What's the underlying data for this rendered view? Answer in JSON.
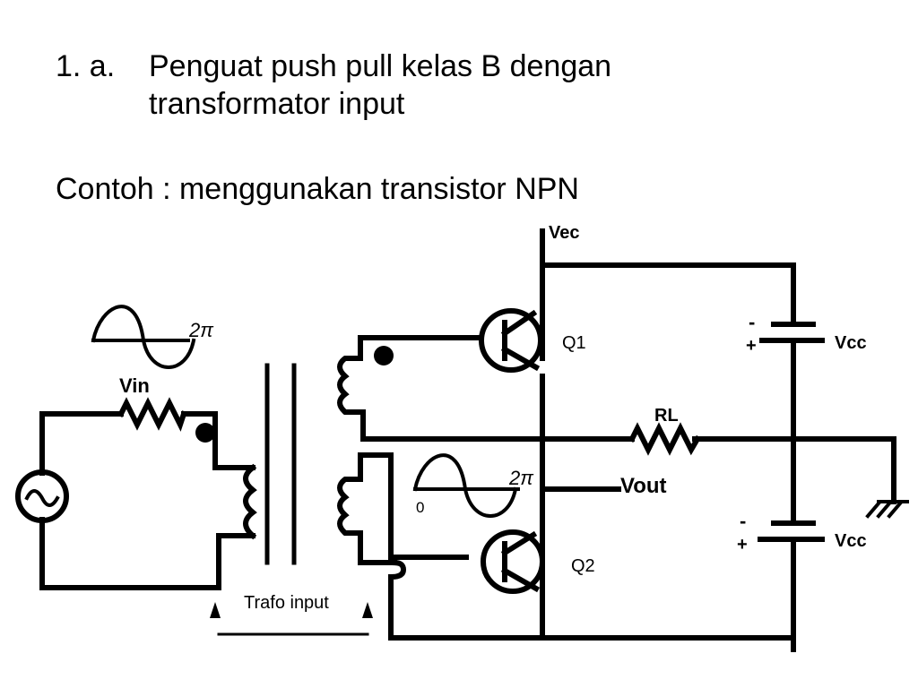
{
  "slide": {
    "number": "1. a.",
    "title": "Penguat push pull kelas B dengan transformator input",
    "example": "Contoh : menggunakan transistor NPN"
  },
  "circuit": {
    "labels": {
      "vec": "Vec",
      "q1": "Q1",
      "q2": "Q2",
      "vcc_top": "Vcc",
      "vcc_bottom": "Vcc",
      "rl": "RL",
      "vin": "Vin",
      "vout": "Vout",
      "trafo": "Trafo input",
      "two_pi_in": "2π",
      "two_pi_out": "2π",
      "zero": "0",
      "minus_top": "-",
      "plus_top": "+",
      "minus_bottom": "-",
      "plus_bottom": "+"
    }
  }
}
